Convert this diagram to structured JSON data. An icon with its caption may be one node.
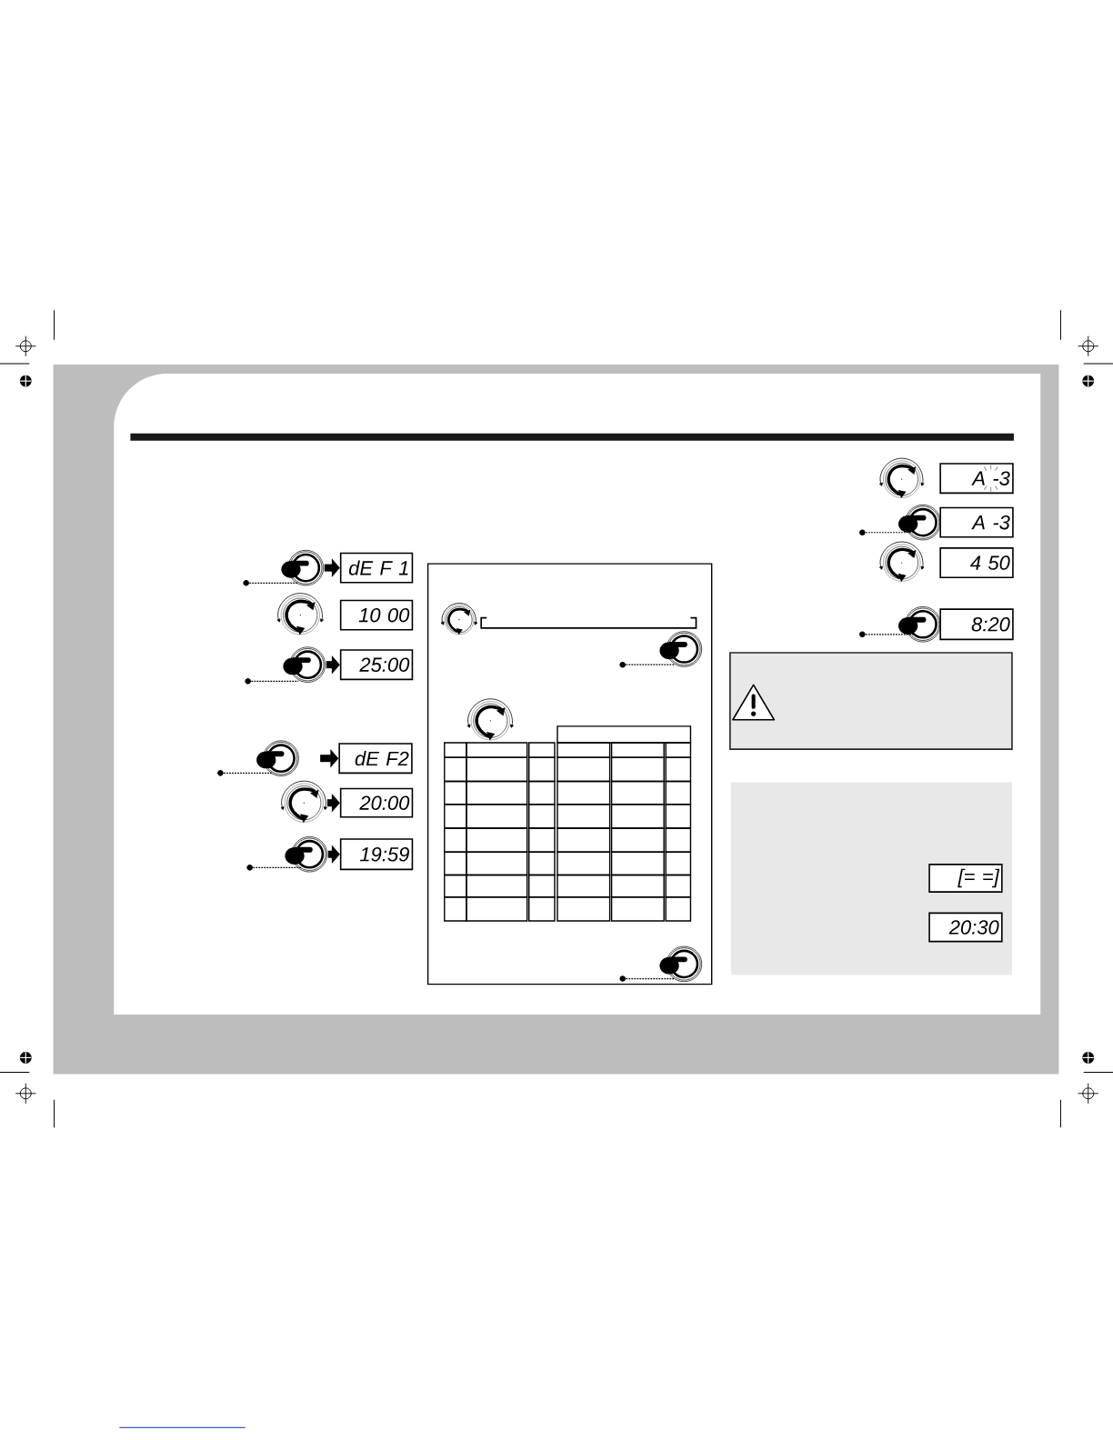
{
  "diagram": {
    "nodes": [
      {
        "text": [],
        "shape": "picture"
      },
      {
        "text": [
          "dE F 1"
        ]
      },
      {
        "text": [],
        "shape": "picture"
      },
      {
        "text": [
          "10 00"
        ]
      },
      {
        "text": [],
        "shape": "picture"
      },
      {
        "text": [
          "25:00"
        ]
      },
      {
        "text": [],
        "shape": "picture"
      },
      {
        "text": [
          "dE F2"
        ]
      },
      {
        "text": [],
        "shape": "picture"
      },
      {
        "text": [
          "20:00"
        ]
      },
      {
        "text": [],
        "shape": "picture"
      },
      {
        "text": [
          "19:59"
        ]
      },
      {
        "text": [],
        "shape": "box"
      },
      {
        "text": [],
        "shape": "picture",
        "in": 12
      },
      {
        "text": [],
        "shape": "picture",
        "in": 12
      },
      {
        "text": [],
        "shape": "picture",
        "in": 12
      },
      {
        "text": [],
        "shape": "picture",
        "in": 12
      },
      {
        "text": [],
        "shape": "picture"
      },
      {
        "text": [
          "A -3"
        ]
      },
      {
        "text": [],
        "shape": "picture"
      },
      {
        "text": [
          "A -3"
        ]
      },
      {
        "text": [],
        "shape": "picture"
      },
      {
        "text": [
          "4 50"
        ]
      },
      {
        "text": [],
        "shape": "picture"
      },
      {
        "text": [
          "8:20"
        ]
      },
      {
        "text": [],
        "shape": "box"
      },
      {
        "text": [],
        "shape": "box"
      },
      {
        "text": [
          "[= =]"
        ],
        "in": 26
      },
      {
        "text": [
          "20:30"
        ],
        "in": 26
      },
      {
        "text": [],
        "shape": "circle"
      },
      {
        "text": [],
        "shape": "circle"
      },
      {
        "text": [],
        "shape": "circle"
      },
      {
        "text": [],
        "shape": "circle"
      },
      {
        "text": [],
        "shape": "circle",
        "in": 12
      },
      {
        "text": [],
        "shape": "circle",
        "in": 12
      },
      {
        "text": [],
        "shape": "circle"
      },
      {
        "text": [],
        "shape": "circle"
      }
    ],
    "edges": [
      {
        "from": 0,
        "to": 1,
        "arrow": "to",
        "style": "thick"
      },
      {
        "from": 4,
        "to": 5,
        "arrow": "to",
        "style": "thick"
      },
      {
        "from": null,
        "to": 7,
        "arrow": "to",
        "style": "thick"
      },
      {
        "from": 8,
        "to": 9,
        "arrow": "to",
        "style": "thick"
      },
      {
        "from": 10,
        "to": 11,
        "arrow": "to",
        "style": "thick"
      },
      {
        "from": 29,
        "to": 0,
        "arrow": "none",
        "style": "dashed"
      },
      {
        "from": 30,
        "to": 4,
        "arrow": "none",
        "style": "dashed"
      },
      {
        "from": 31,
        "to": 6,
        "arrow": "none",
        "style": "dashed"
      },
      {
        "from": 32,
        "to": 10,
        "arrow": "none",
        "style": "dashed"
      },
      {
        "from": 33,
        "to": 14,
        "arrow": "none",
        "style": "dashed"
      },
      {
        "from": 34,
        "to": 16,
        "arrow": "none",
        "style": "dashed"
      },
      {
        "from": 35,
        "to": 19,
        "arrow": "none",
        "style": "dashed"
      },
      {
        "from": 36,
        "to": 23,
        "arrow": "none",
        "style": "dashed"
      }
    ]
  }
}
